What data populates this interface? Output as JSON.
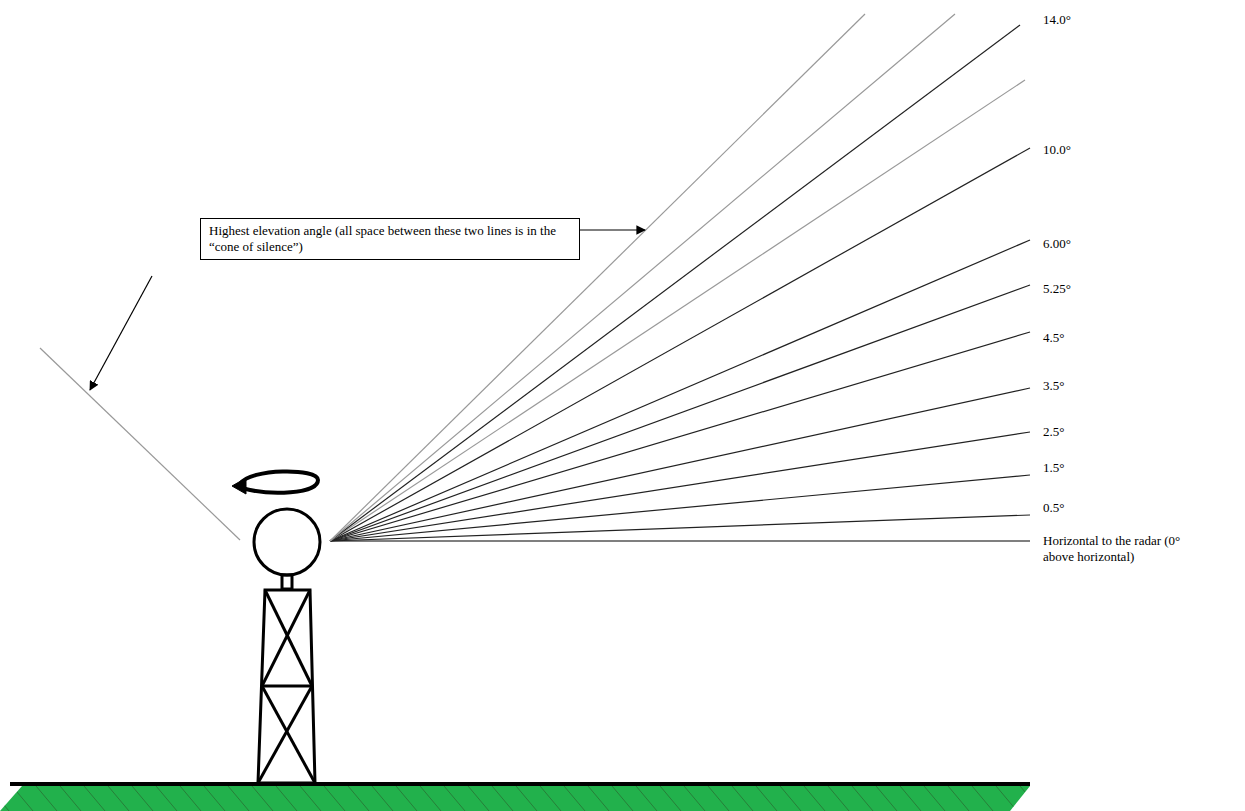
{
  "diagram": {
    "nodes": [
      {
        "text": [
          "Highest elevation angle (all space between these two lines is in the “cone of silence”)"
        ]
      }
    ],
    "labels": [
      "14.0°",
      "10.0°",
      "6.00°",
      "5.25°",
      "4.5°",
      "3.5°",
      "2.5°",
      "1.5°",
      "0.5°",
      "Horizontal to the radar (0° above horizontal)"
    ]
  }
}
